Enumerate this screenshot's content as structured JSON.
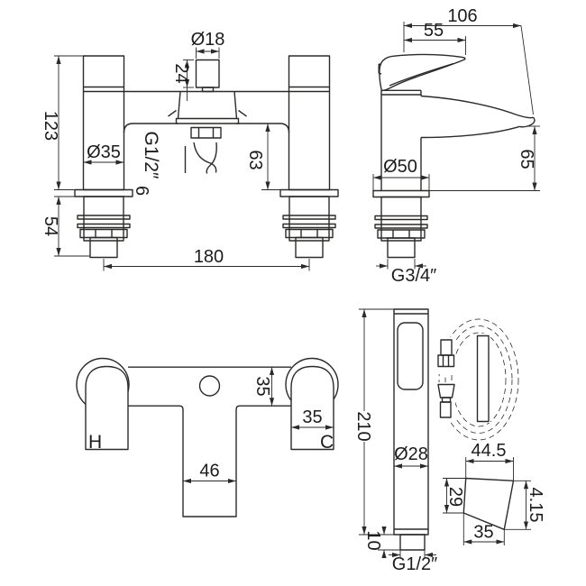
{
  "colors": {
    "background": "#ffffff",
    "line": "#2b2a29",
    "text": "#1c1c1c"
  },
  "front_view": {
    "dims": {
      "diverter_diameter": "Ø18",
      "diverter_height": "24",
      "overall_height": "123",
      "shank_length": "54",
      "pillar_diameter": "Ø35",
      "spout_connection": "G1/2″",
      "deck_thickness": "6",
      "underbody_clearance": "63",
      "inlet_centres": "180"
    }
  },
  "side_view": {
    "dims": {
      "overall_depth": "106",
      "handle_reach": "55",
      "base_diameter": "Ø50",
      "spout_height": "65",
      "inlet_thread": "G3/4″"
    }
  },
  "plan_view": {
    "dims": {
      "body_depth": "35",
      "handle_width": "35",
      "spout_width": "46"
    },
    "labels": {
      "hot": "H",
      "cold": "C"
    }
  },
  "handset": {
    "dims": {
      "length": "210",
      "head_diameter": "Ø28",
      "connector_height": "10",
      "thread": "G1/2″"
    }
  },
  "wall_bracket": {
    "dims": {
      "top_width": "44.5",
      "rear_height": "29",
      "front_height": "4.15",
      "bottom_width": "35"
    }
  }
}
